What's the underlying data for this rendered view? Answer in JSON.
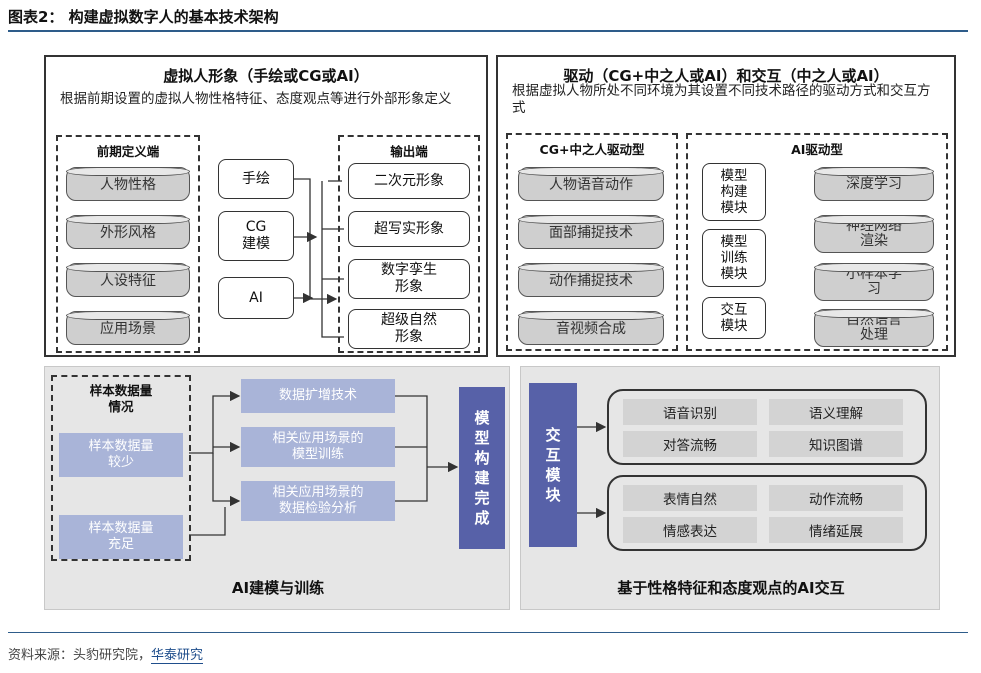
{
  "figure_title": "图表2：  构建虚拟数字人的基本技术架构",
  "top_left": {
    "title": "虚拟人形象（手绘或CG或AI）",
    "desc": "根据前期设置的虚拟人物性格特征、态度观点等进行外部形象定义",
    "pre_head": "前期定义端",
    "pre_items": [
      "人物性格",
      "外形风格",
      "人设特征",
      "应用场景"
    ],
    "methods": [
      "手绘",
      "CG\n建模",
      "AI"
    ],
    "out_head": "输出端",
    "out_items": [
      "二次元形象",
      "超写实形象",
      "数字孪生\n形象",
      "超级自然\n形象"
    ]
  },
  "top_right": {
    "title": "驱动（CG+中之人或AI）和交互（中之人或AI）",
    "desc": "根据虚拟人物所处不同环境为其设置不同技术路径的驱动方式和交互方式",
    "cg_head": "CG+中之人驱动型",
    "cg_items": [
      "人物语音动作",
      "面部捕捉技术",
      "动作捕捉技术",
      "音视频合成"
    ],
    "ai_head": "AI驱动型",
    "ai_modules": [
      "模型\n构建\n模块",
      "模型\n训练\n模块",
      "交互\n模块"
    ],
    "ai_items": [
      "深度学习",
      "神经网络\n渲染",
      "小样本学\n习",
      "自然语言\n处理"
    ]
  },
  "bottom_left": {
    "sample_head": "样本数据量\n情况",
    "sample_low": "样本数据量\n较少",
    "sample_high": "样本数据量\n充足",
    "techs": [
      "数据扩增技术",
      "相关应用场景的\n模型训练",
      "相关应用场景的\n数据检验分析"
    ],
    "result": "模\n型\n构\n建\n完\n成",
    "label": "AI建模与训练"
  },
  "bottom_right": {
    "module": "交\n互\n模\n块",
    "group1": [
      "语音识别",
      "语义理解",
      "对答流畅",
      "知识图谱"
    ],
    "group2": [
      "表情自然",
      "动作流畅",
      "情感表达",
      "情绪延展"
    ],
    "label": "基于性格特征和态度观点的AI交互"
  },
  "source": {
    "prefix": "资料来源：头豹研究院，",
    "highlight": "华泰研究"
  },
  "colors": {
    "rule": "#2e5c8a",
    "blue_dark": "#5761a8",
    "blue_light": "#a9b4d8"
  }
}
